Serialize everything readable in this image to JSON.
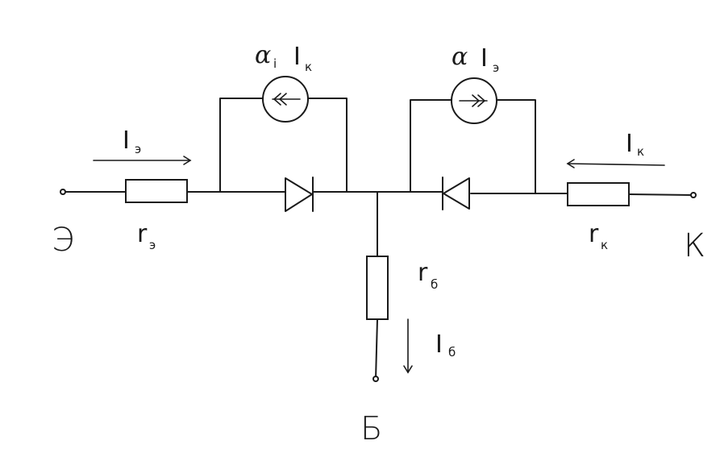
{
  "terminals": {
    "emitter": "Э",
    "collector": "К",
    "base": "Б"
  },
  "resistors": {
    "emitter": {
      "symbol": "r",
      "subscript": "э"
    },
    "collector": {
      "symbol": "r",
      "subscript": "к"
    },
    "base": {
      "symbol": "r",
      "subscript": "б"
    }
  },
  "currents": {
    "emitter": {
      "symbol": "I",
      "subscript": "э"
    },
    "collector": {
      "symbol": "I",
      "subscript": "к"
    },
    "base": {
      "symbol": "I",
      "subscript": "б"
    }
  },
  "sources": {
    "left": {
      "coef": "α",
      "coef_sub": "i",
      "current": "I",
      "current_sub": "к"
    },
    "right": {
      "coef": "α",
      "current": "I",
      "current_sub": "э"
    }
  }
}
